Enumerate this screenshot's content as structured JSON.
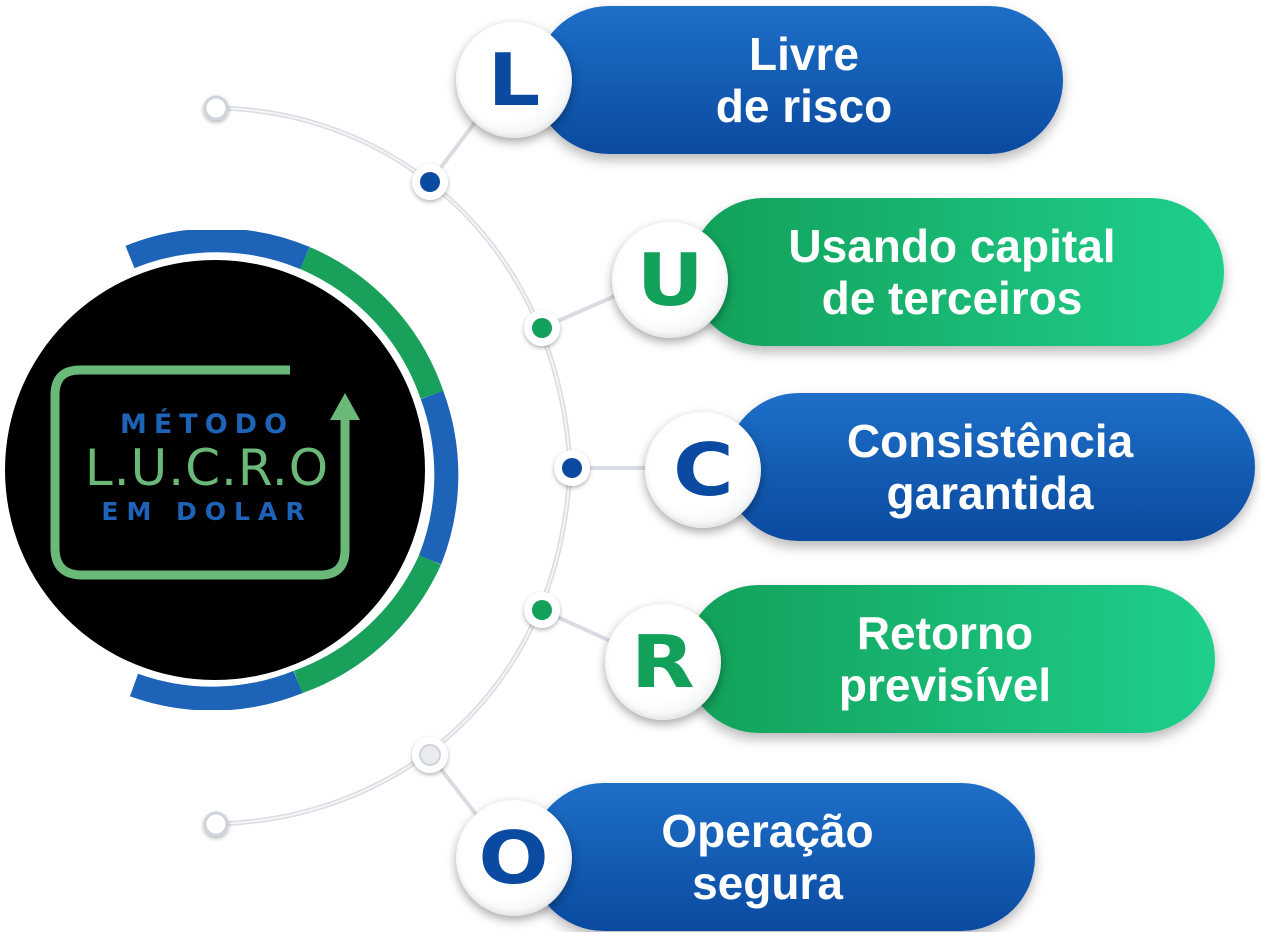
{
  "colors": {
    "blue": "#0a4aa0",
    "green": "#12a05a",
    "logo_green": "#6bb978",
    "logo_blue": "#1d63b8",
    "background": "#ffffff"
  },
  "logo": {
    "line1": "MÉTODO",
    "line2": "L.U.C.R.O",
    "line3": "EM DOLAR",
    "icon": "dollar-coin-icon"
  },
  "items": [
    {
      "letter": "L",
      "text": "Livre\nde risco",
      "color": "blue"
    },
    {
      "letter": "U",
      "text": "Usando capital\nde terceiros",
      "color": "green"
    },
    {
      "letter": "C",
      "text": "Consistência\ngarantida",
      "color": "blue"
    },
    {
      "letter": "R",
      "text": "Retorno\nprevisível",
      "color": "green"
    },
    {
      "letter": "O",
      "text": "Operação\nsegura",
      "color": "blue"
    }
  ]
}
